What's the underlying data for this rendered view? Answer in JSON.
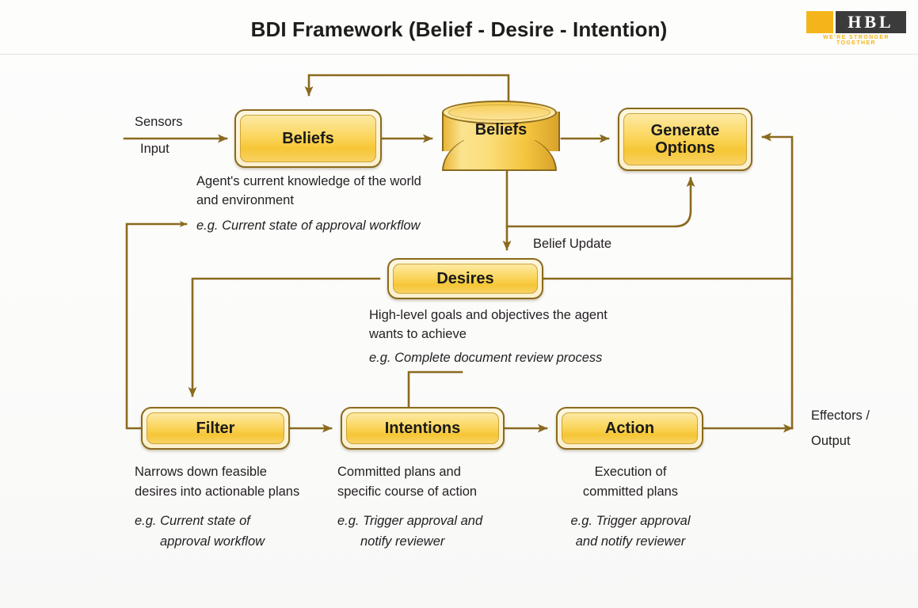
{
  "header": {
    "title": "BDI Framework (Belief - Desire - Intention)",
    "logo": {
      "mark": "HBL",
      "tagline": "WE'RE STRONGER TOGETHER"
    }
  },
  "colors": {
    "node_border": "#8a6a1e",
    "node_fill_top": "#fde9a4",
    "node_fill_bottom": "#f6c636",
    "wire": "#8a6a1e",
    "logo_yellow": "#f5b51a",
    "logo_dark": "#3b3b3b",
    "text": "#231f20"
  },
  "io": {
    "sensors": "Sensors",
    "input": "Input",
    "effectors": "Effectors /",
    "output": "Output"
  },
  "nodes": {
    "beliefs_box": "Beliefs",
    "beliefs_store": "Beliefs",
    "generate_options_line1": "Generate",
    "generate_options_line2": "Options",
    "desires": "Desires",
    "filter": "Filter",
    "intentions": "Intentions",
    "action": "Action"
  },
  "edge_labels": {
    "belief_update": "Belief Update"
  },
  "descriptions": {
    "beliefs": {
      "line1": "Agent's current knowledge of the world",
      "line2": "and environment",
      "example": "e.g. Current state of approval workflow"
    },
    "desires": {
      "line1": "High-level goals and objectives the agent",
      "line2": "wants to achieve",
      "example": "e.g. Complete document review process"
    },
    "filter": {
      "line1": "Narrows down feasible",
      "line2": "desires into actionable plans",
      "example_line1": "e.g. Current state of",
      "example_line2": "approval workflow"
    },
    "intentions": {
      "line1": "Committed plans and",
      "line2": "specific course of action",
      "example_line1": "e.g. Trigger approval and",
      "example_line2": "notify reviewer"
    },
    "action": {
      "line1": "Execution of",
      "line2": "committed plans",
      "example_line1": "e.g. Trigger approval",
      "example_line2": "and notify reviewer"
    }
  }
}
